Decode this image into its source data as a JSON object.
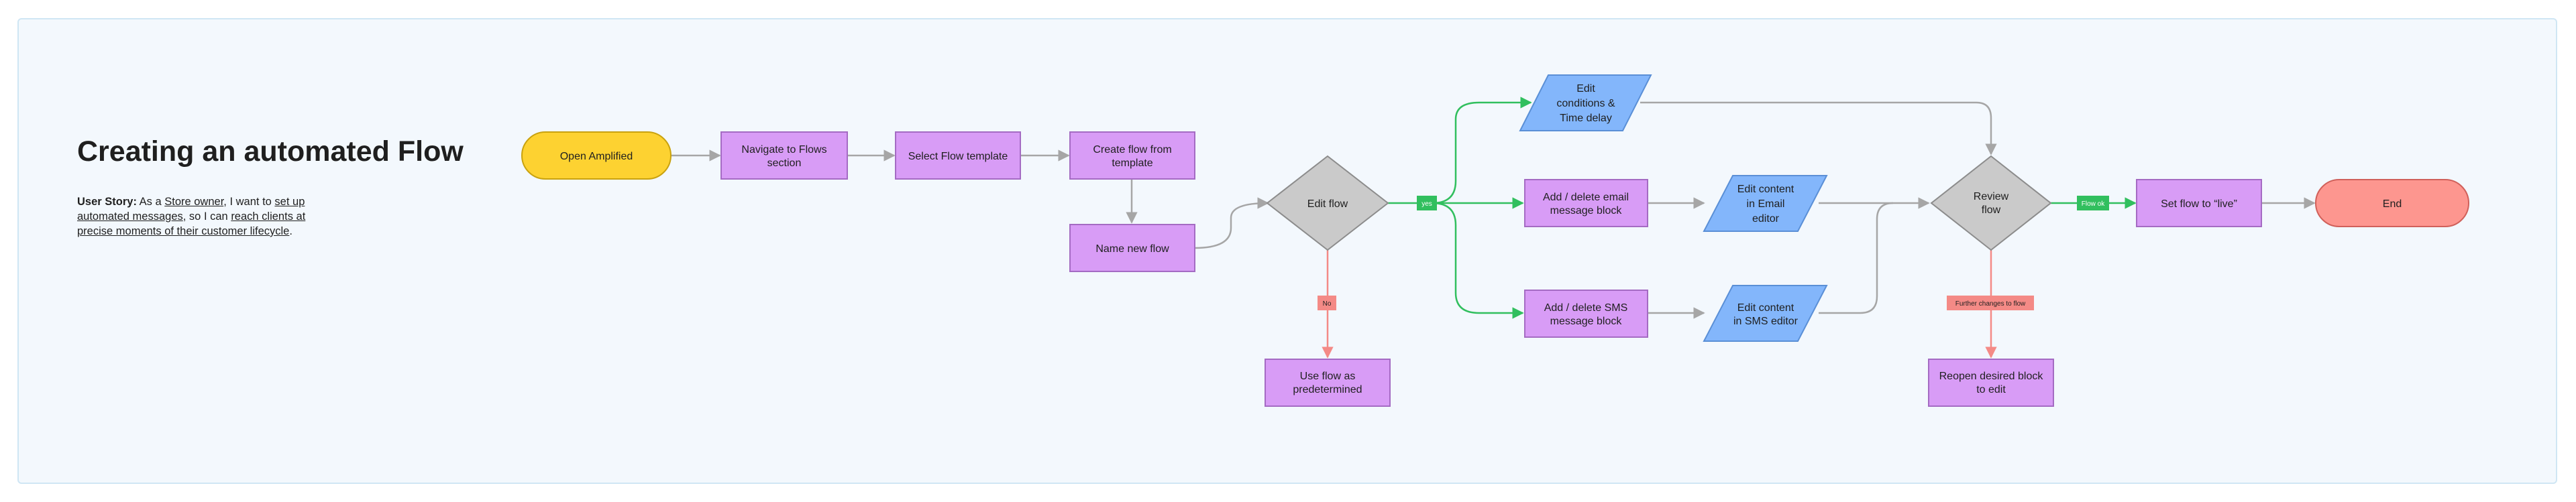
{
  "title": "Creating an automated Flow",
  "story": {
    "label": "User Story:",
    "t1": " As a ",
    "role": "Store owner",
    "t2": ", I want to ",
    "goal": "set up automated messages",
    "t3": ", so I can ",
    "benefit": "reach clients at precise moments of their customer lifecycle",
    "t4": "."
  },
  "colors": {
    "board_bg": "#f3f8fd",
    "board_border": "#cfe6f4",
    "terminal_start": "#fdd231",
    "terminal_end": "#fd968f",
    "process": "#d89cf6",
    "process_border": "#a46bc3",
    "data": "#83b6fb",
    "data_border": "#5a8fd6",
    "decision": "#cacaca",
    "decision_border": "#8c8c8c",
    "edge_default": "#a6a6a6",
    "edge_yes": "#31bf5e",
    "edge_no": "#f48a86",
    "tag_yes": "#31bf5e",
    "tag_no": "#f48a86"
  },
  "nodes": {
    "open_amplified": [
      "Open Amplified"
    ],
    "navigate_flows": [
      "Navigate to Flows",
      "section"
    ],
    "select_template": [
      "Select Flow template"
    ],
    "create_flow": [
      "Create flow from",
      "template"
    ],
    "name_flow": [
      "Name new flow"
    ],
    "edit_flow": [
      "Edit flow"
    ],
    "use_predetermined": [
      "Use flow as",
      "predetermined"
    ],
    "edit_conditions": [
      "Edit",
      "conditions &",
      "Time delay"
    ],
    "add_email": [
      "Add / delete email",
      "message block"
    ],
    "edit_email": [
      "Edit content",
      "in Email",
      "editor"
    ],
    "add_sms": [
      "Add / delete SMS",
      "message block"
    ],
    "edit_sms": [
      "Edit content",
      "in SMS editor"
    ],
    "review_flow": [
      "Review",
      "flow"
    ],
    "reopen_block": [
      "Reopen desired block",
      "to edit"
    ],
    "set_live": [
      "Set flow to “live”"
    ],
    "end": [
      "End"
    ]
  },
  "labels": {
    "yes": "yes",
    "no": "No",
    "flow_ok": "Flow ok",
    "further_changes": "Further changes to flow"
  }
}
